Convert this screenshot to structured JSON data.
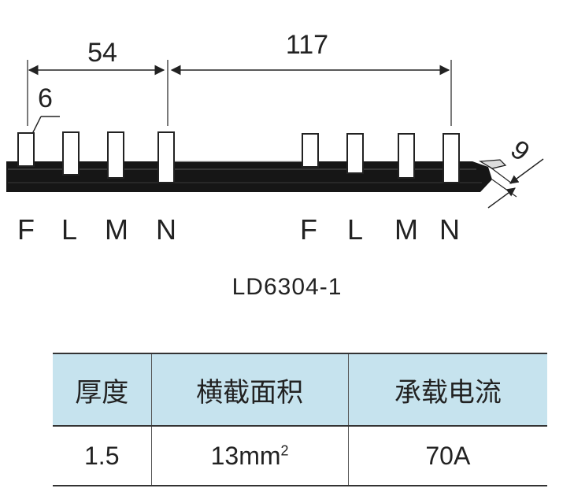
{
  "dimensions": {
    "overall_54": "54",
    "overall_117": "117",
    "pin_width": "6",
    "thickness": "9"
  },
  "pins_left": [
    "F",
    "L",
    "M",
    "N"
  ],
  "pins_right": [
    "F",
    "L",
    "M",
    "N"
  ],
  "model": "LD6304-1",
  "table": {
    "headers": [
      "厚度",
      "横截面积",
      "承载电流"
    ],
    "row": {
      "thickness": "1.5",
      "area": "13mm",
      "area_sup": "2",
      "current": "70A"
    }
  },
  "colors": {
    "bar": "#161616",
    "pin": "#ffffff",
    "header_bg": "#c6e3ee"
  }
}
